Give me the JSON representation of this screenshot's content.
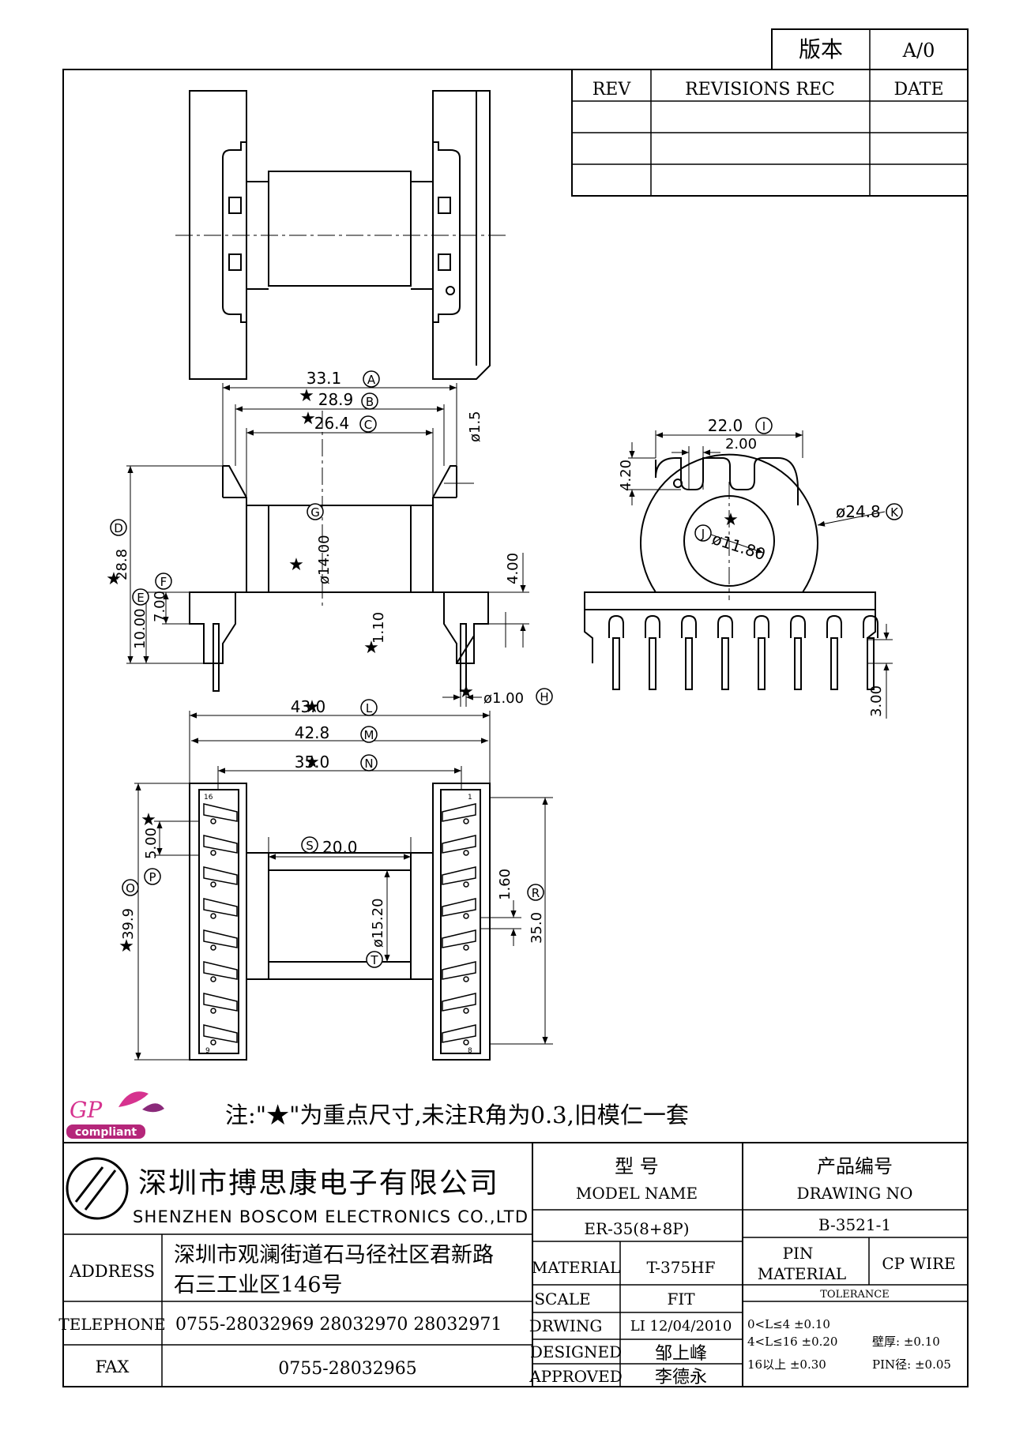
{
  "version": {
    "label": "版本",
    "value": "A/0"
  },
  "revisions": {
    "headers": [
      "REV",
      "REVISIONS REC",
      "DATE"
    ]
  },
  "dims": {
    "A": "33.1",
    "B": "28.9",
    "C": "26.4",
    "d15": "ø1.5",
    "G": "ø14.00",
    "D": "28.8",
    "E": "10.00",
    "F": "7.00",
    "d400": "4.00",
    "d110": "1.10",
    "H": "ø1.00",
    "I": "22.0",
    "i200": "2.00",
    "i420": "4.20",
    "K": "ø24.8",
    "J": "ø11.80",
    "p300": "3.00",
    "L": "43.0",
    "M": "42.8",
    "N": "35.0",
    "S": "20.0",
    "P": "5.00",
    "O": "39.9",
    "T": "ø15.20",
    "r160": "1.60",
    "R": "35.0"
  },
  "circled": [
    "A",
    "B",
    "C",
    "D",
    "E",
    "F",
    "G",
    "H",
    "I",
    "J",
    "K",
    "L",
    "M",
    "N",
    "O",
    "P",
    "R",
    "S",
    "T"
  ],
  "pins": {
    "p16": "16",
    "p1": "1",
    "p9": "9",
    "p8": "8"
  },
  "note": "注:\"★\"为重点尺寸,未注R角为0.3,旧模仁一套",
  "badge": {
    "top": "GP",
    "bottom": "compliant"
  },
  "company": {
    "cn": "深圳市搏思康电子有限公司",
    "en": "SHENZHEN BOSCOM ELECTRONICS CO.,LTD"
  },
  "model": {
    "cn": "型    号",
    "en": "MODEL NAME",
    "value": "ER-35(8+8P)"
  },
  "drawing": {
    "cn": "产品编号",
    "en": "DRAWING NO",
    "value": "B-3521-1"
  },
  "address": {
    "label": "ADDRESS",
    "line1": "深圳市观澜街道石马径社区君新路",
    "line2": "石三工业区146号"
  },
  "telephone": {
    "label": "TELEPHONE",
    "value": "0755-28032969 28032970 28032971"
  },
  "fax": {
    "label": "FAX",
    "value": "0755-28032965"
  },
  "material": {
    "label": "MATERIAL",
    "value": "T-375HF"
  },
  "scale": {
    "label": "SCALE",
    "value": "FIT"
  },
  "drwing": {
    "label": "DRWING",
    "value": "LI  12/04/2010"
  },
  "designed": {
    "label": "DESIGNED",
    "value": "邹上峰"
  },
  "approved": {
    "label": "APPROVED",
    "value": "李德永"
  },
  "pin_material": {
    "line1": "PIN",
    "line2": "MATERIAL",
    "value": "CP WIRE"
  },
  "tolerance": {
    "title": "TOLERANCE",
    "r1": "0<L≤4  ±0.10",
    "r2": "4<L≤16  ±0.20",
    "r3": "16以上    ±0.30",
    "wall": "壁厚:   ±0.10",
    "pin": "PIN径:  ±0.05"
  }
}
